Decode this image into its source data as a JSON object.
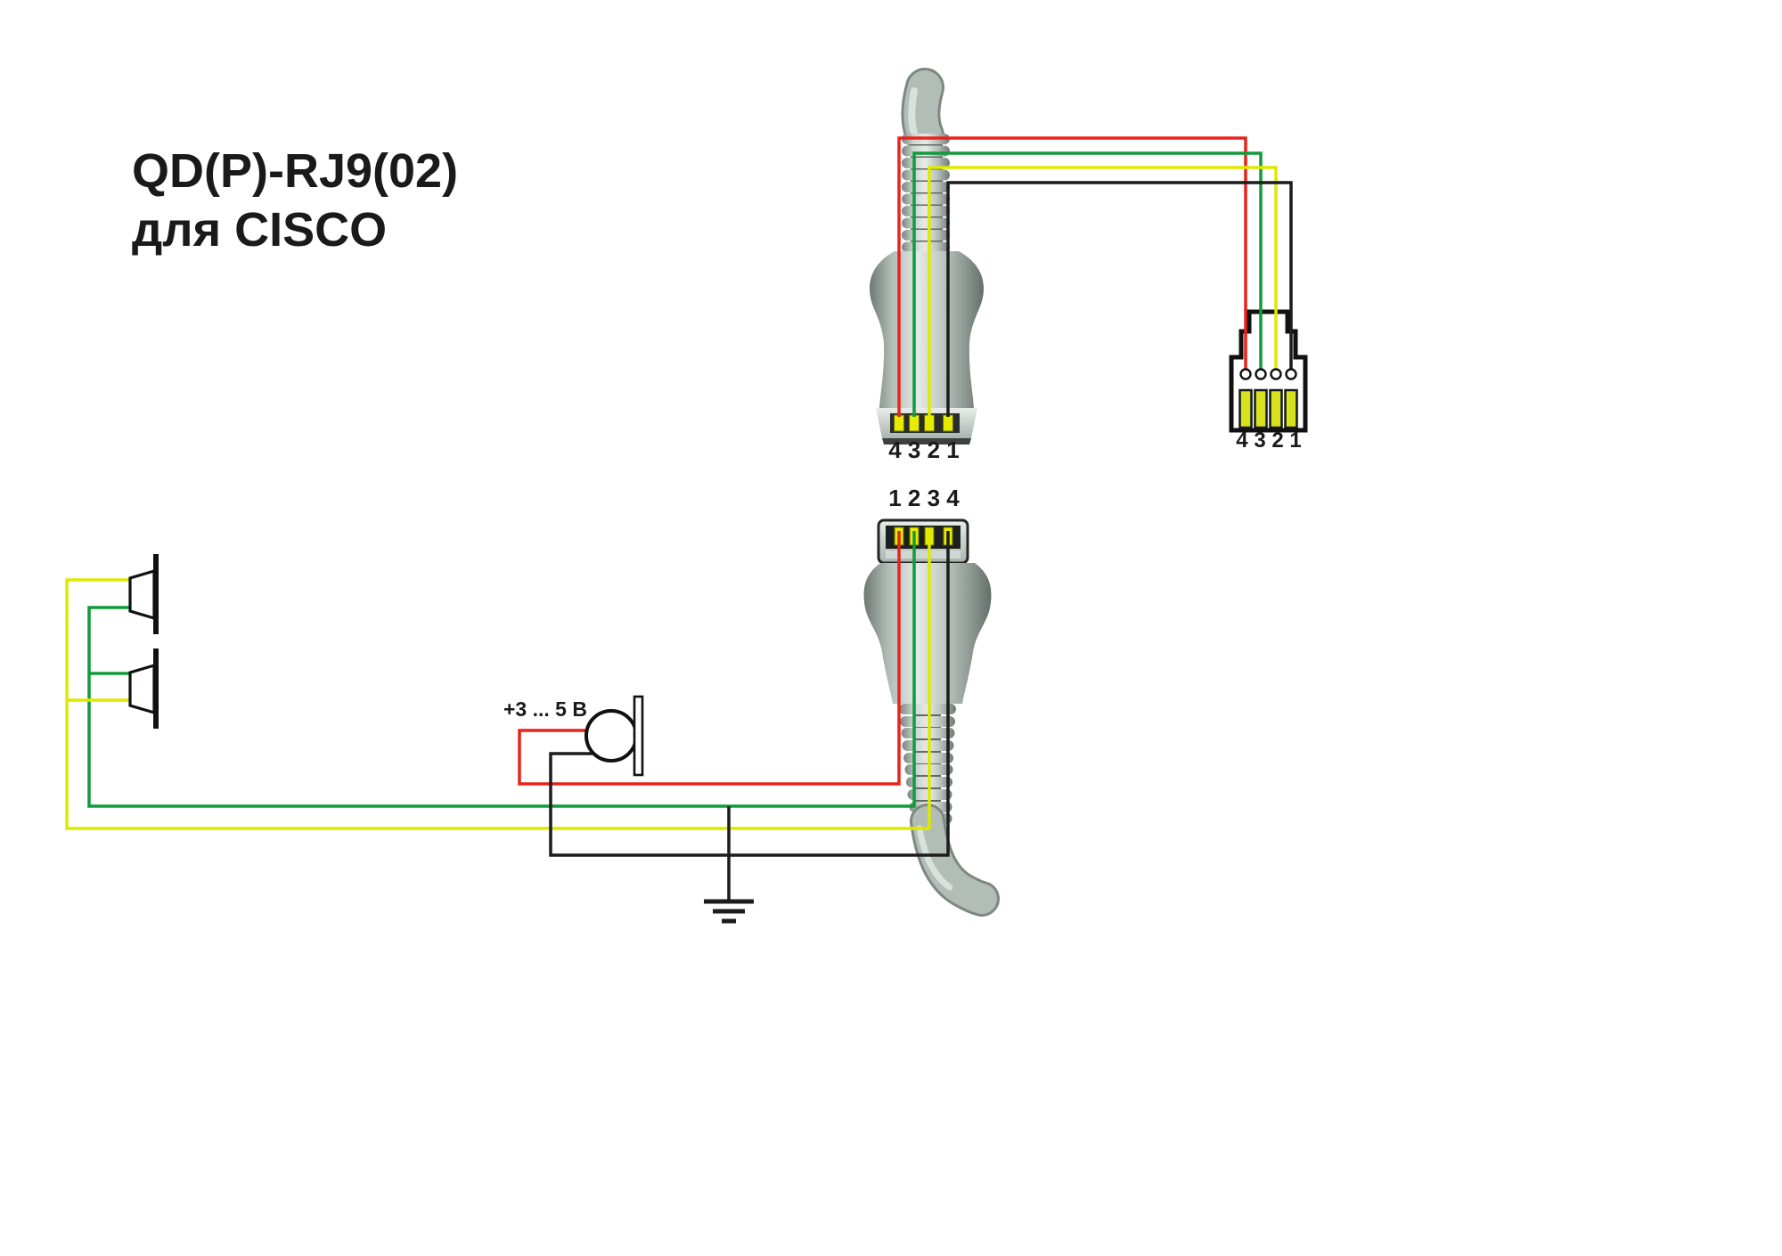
{
  "title": {
    "line1": "QD(P)-RJ9(02)",
    "line2": "для CISCO"
  },
  "labels": {
    "qd_top_pins": "4 3 2 1",
    "qd_bottom_pins": "1 2 3 4",
    "rj9_pins": "4 3 2 1",
    "mic_voltage": "+3 ... 5 В"
  },
  "colors": {
    "red": "#e8231c",
    "green": "#119b3c",
    "yellow": "#dfe900",
    "black": "#1c1c1c",
    "contact": "#e6ec00",
    "rj9_pin": "#d7e11c"
  },
  "wires": [
    {
      "color": "red",
      "qd_pin": "4",
      "qd_mate_pin": "1",
      "rj9_pin": "4",
      "connects": "microphone +3...5 V"
    },
    {
      "color": "green",
      "qd_pin": "3",
      "qd_mate_pin": "2",
      "rj9_pin": "3",
      "connects": "speakers"
    },
    {
      "color": "yellow",
      "qd_pin": "2",
      "qd_mate_pin": "3",
      "rj9_pin": "2",
      "connects": "speakers"
    },
    {
      "color": "black",
      "qd_pin": "1",
      "qd_mate_pin": "4",
      "rj9_pin": "1",
      "connects": "microphone / ground"
    }
  ],
  "components": {
    "speakers": 2,
    "microphone": 1,
    "ground": 1,
    "qd_connectors": 2,
    "rj9_connectors": 1
  }
}
